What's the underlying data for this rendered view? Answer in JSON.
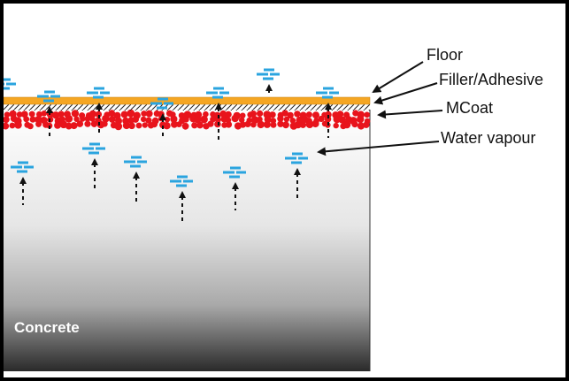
{
  "labels": {
    "floor": "Floor",
    "filler": "Filler/Adhesive",
    "mcoat": "MCoat",
    "water": "Water vapour",
    "concrete": "Concrete"
  },
  "colors": {
    "floor_layer": "#f5a623",
    "mcoat_dots": "#e8141c",
    "water_mark": "#2aa4df",
    "arrow": "#111111",
    "concrete_top": "#ffffff",
    "concrete_bottom": "#2a2a2a"
  },
  "layers": [
    "floor",
    "filler-adhesive",
    "mcoat",
    "concrete"
  ],
  "icons": {
    "vapour": "water-vapour-icon",
    "rising": "dashed-up-arrow-icon"
  }
}
